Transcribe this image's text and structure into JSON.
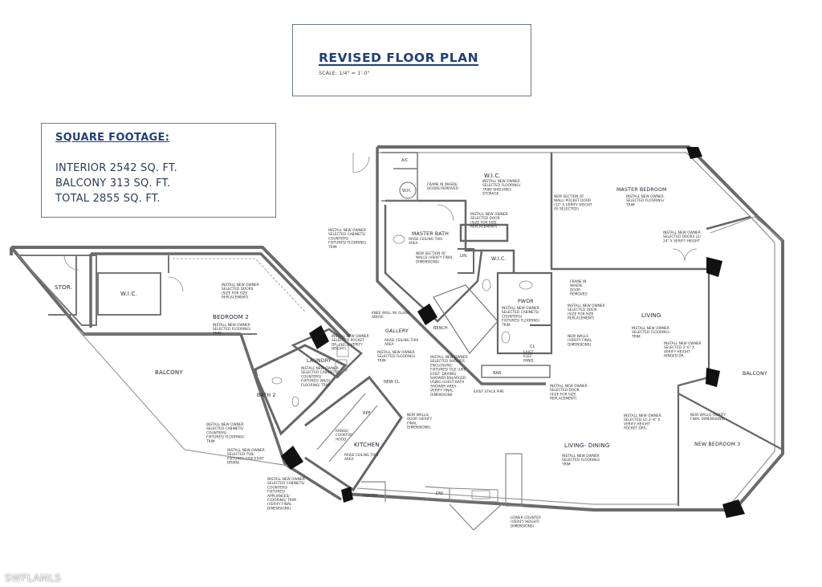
{
  "header": {
    "title": "REVISED FLOOR PLAN",
    "scale": "SCALE: 1/4\" = 1'-0\""
  },
  "square_footage": {
    "heading": "SQUARE FOOTAGE:",
    "interior": "INTERIOR 2542 SQ. FT.",
    "balcony": "BALCONY 313 SQ. FT.",
    "total": "TOTAL 2855 SQ. FT."
  },
  "rooms": {
    "stor": "STOR.",
    "wic_left": "W.I.C.",
    "bedroom2": "BEDROOM 2",
    "balcony_left": "BALCONY",
    "bath2": "BATH 2",
    "laundry": "LAUNDRY",
    "gallery": "GALLERY",
    "kitchen": "KITCHEN",
    "pantry": "PANTRY",
    "dw": "DW",
    "ref": "REF",
    "new_cl": "NEW CL",
    "master_bath": "MASTER BATH",
    "lin": "LIN.",
    "wic_top": "W.I.C.",
    "wic_mid": "W.I.C.",
    "ac": "A/C",
    "wh": "W.H.",
    "master_bedroom": "MASTER BEDROOM",
    "pwdr": "PWDR",
    "cl": "CL",
    "bar": "BAR",
    "bench": "BENCH",
    "living": "LIVING",
    "balcony_right": "BALCONY",
    "living_dining": "LIVING- DINING",
    "new_bedroom3": "NEW BEDROOM 3"
  },
  "notes": {
    "n_bed2_doors": [
      "INSTALL NEW OWNER",
      "SELECTED DOORS",
      "(SIZE FOR SIZE",
      "REPLACEMENT)"
    ],
    "n_bed2_floor": [
      "INSTALL NEW OWNER",
      "SELECTED FLOORING/",
      "TRIM"
    ],
    "n_bath2_cab": [
      "INSTALL NEW OWNER",
      "SELECTED CABINETS/",
      "COUNTERS/",
      "FIXTURES/ FLOORING/",
      "TRIM"
    ],
    "n_bath2_tub": [
      "INSTALL NEW OWNER",
      "SELECTED TUB/",
      "FIXTURES (USE EXIST",
      "DRAIN)"
    ],
    "n_kitchen": [
      "INSTALL NEW OWNER",
      "SELECTED CABINETS/",
      "COUNTERS/",
      "FIXTURES/",
      "APPLIANCES/",
      "FLOORING/ TRIM",
      "(VERIFY FINAL",
      "DIMENSIONS)"
    ],
    "n_laundry": [
      "INSTALL NEW OWNER",
      "SELECTED CABINETS/",
      "COUNTERS/",
      "FIXTURES/ W&D/",
      "FLOORING/ TRIM"
    ],
    "n_pocket": [
      "INSTALL NEW OWNER",
      "SELECTED POCKET",
      "DR. (32\" X VERIFY",
      "HEIGHT)"
    ],
    "n_gallery_ceil": [
      "RAISE CEILING THIS",
      "AREA"
    ],
    "n_gallery_floor": [
      "INSTALL NEW OWNER",
      "SELECTED FLOORING/",
      "TRIM"
    ],
    "n_kitchen_ceil": [
      "RAISE CEILING THIS",
      "AREA"
    ],
    "n_range": [
      "RANGE/",
      "COOKTOP",
      "HOOD"
    ],
    "n_newwalls_door": [
      "NEW WALLS/",
      "DOOR (VERIFY",
      "FINAL",
      "DIMENSIONS)"
    ],
    "n_mb_cab": [
      "INSTALL NEW OWNER",
      "SELECTED CABINETS/",
      "COUNTERS/",
      "FIXTURES/ FLOORING/",
      "TRIM"
    ],
    "n_mb_ceil": [
      "RAISE CEILING THIS",
      "AREA"
    ],
    "n_newsection": [
      "NEW SECTION OF",
      "WALLS (VERIFY FINAL",
      "DIMENSIONS)"
    ],
    "n_kneewall": [
      "KNEE WALL W/ GLASS",
      "ABOVE"
    ],
    "n_shower": [
      "INSTALL NEW OWNER",
      "SELECTED SHOWER",
      "ENCLOSURE/",
      "FIXTURES/ TILE (USE",
      "EXIST. DRAINS)",
      "SHOWER ENLARGED",
      "USING GUEST BATH",
      "SHOWER AREA -",
      "VERIFY FINAL",
      "DIMENSIONS"
    ],
    "n_frame_wh": [
      "FRAME IN WHERE",
      "DOORS REMOVED"
    ],
    "n_wic_floor": [
      "INSTALL NEW OWNER",
      "SELECTED FLOORING/",
      "TRIM/ SHELVING/",
      "STORAGE"
    ],
    "n_wic_door": [
      "INSTALL NEW OWNER",
      "SELECTED DOOR",
      "(SIZE FOR SIZE",
      "REPLACEMENT)"
    ],
    "n_pocketwall": [
      "NEW SECTION OF",
      "WALL/ POCKET DOOR",
      "(32\" X VERIFY HEIGHT",
      "AS SELECTED)"
    ],
    "n_master_floor": [
      "INSTALL NEW OWNER",
      "SELECTED FLOORING/",
      "TRIM"
    ],
    "n_master_doors": [
      "INSTALL NEW OWNER",
      "SELECTED DOORS (2)",
      "24\" X VERIFY HEIGHT"
    ],
    "n_frame_pwdr": [
      "FRAME IN",
      "WHERE",
      "DOOR",
      "REMOVED"
    ],
    "n_pwdr_cab": [
      "INSTALL NEW OWNER",
      "SELECTED CABINETS/",
      "COUNTERS/",
      "FIXTURES/ FLOORING/",
      "TRIM"
    ],
    "n_pwdr_door": [
      "INSTALL NEW OWNER",
      "SELECTED DOOR",
      "(SIZE FOR SIZE",
      "REPLACEMENT)"
    ],
    "n_newwalls_pwdr": [
      "NEW WALLS",
      "(VERIFY FINAL",
      "DIMENSIONS)"
    ],
    "n_exist_elec": [
      "EXIST.",
      "ELEC.",
      "PANEL"
    ],
    "n_exist_stack": [
      "EXIST STACK PIPE"
    ],
    "n_bar_door": [
      "INSTALL NEW OWNER",
      "SELECTED DOOR",
      "(SIZE FOR SIZE",
      "REPLACEMENT)"
    ],
    "n_living_floor": [
      "INSTALL NEW OWNER",
      "SELECTED FLOORING/",
      "TRIM"
    ],
    "n_living_hinged": [
      "INSTALL NEW OWNER",
      "SELECTED 2'-6\" X",
      "VERIFY HEIGHT",
      "HINGED DR."
    ],
    "n_newwalls_b3": [
      "NEW WALLS (VERIFY",
      "FINAL DIMENSIONS)"
    ],
    "n_b3_pocket": [
      "INSTALL NEW OWNER",
      "SELECTED (2) 2'-6\" X",
      "VERIFY HEIGHT",
      "POCKET DRS."
    ],
    "n_ld_floor": [
      "INSTALL NEW OWNER",
      "SELECTED FLOORING/",
      "TRIM"
    ],
    "n_lower_counter": [
      "LOWER COUNTER",
      "(VERIFY HEIGHT/",
      "DIMENSIONS)"
    ]
  },
  "watermark": "SWFLAMLS"
}
